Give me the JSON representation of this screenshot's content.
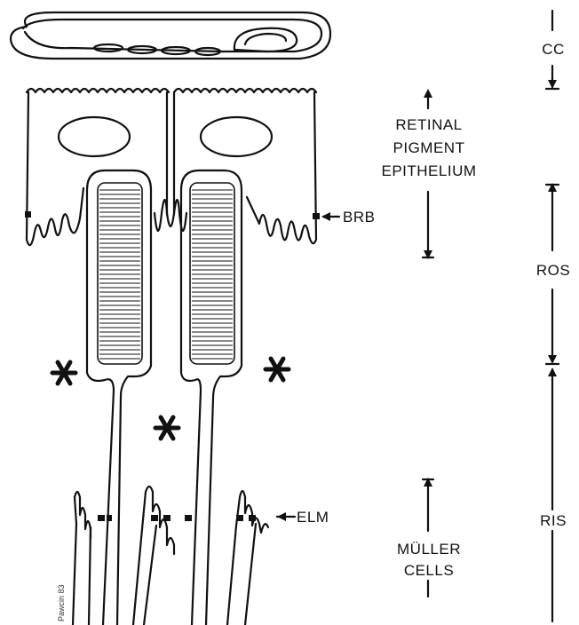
{
  "diagram": {
    "labels": {
      "cc": "CC",
      "rpe_line1": "RETINAL",
      "rpe_line2": "PIGMENT",
      "rpe_line3": "EPITHELIUM",
      "brb": "BRB",
      "ros": "ROS",
      "elm": "ELM",
      "ris": "RIS",
      "muller_line1": "MÜLLER",
      "muller_line2": "CELLS"
    },
    "signature": "Pawcin 83",
    "colors": {
      "ink": "#111111",
      "background": "#ffffff"
    }
  }
}
